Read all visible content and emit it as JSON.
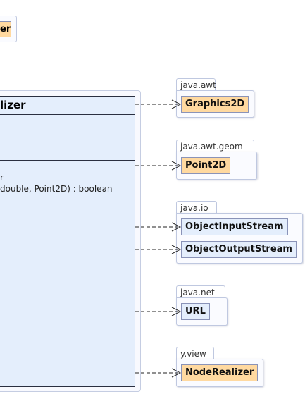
{
  "top_fragment": {
    "label": "er"
  },
  "main_class": {
    "title": "lizer",
    "members": [
      "r",
      " double, Point2D) : boolean"
    ]
  },
  "packages": [
    {
      "name": "java.awt",
      "classes": [
        {
          "label": "Graphics2D",
          "color": "#ffd9a0"
        }
      ]
    },
    {
      "name": "java.awt.geom",
      "classes": [
        {
          "label": "Point2D",
          "color": "#ffd9a0"
        }
      ]
    },
    {
      "name": "java.io",
      "classes": [
        {
          "label": "ObjectInputStream",
          "color": "#e4eefc"
        },
        {
          "label": "ObjectOutputStream",
          "color": "#e4eefc"
        }
      ]
    },
    {
      "name": "java.net",
      "classes": [
        {
          "label": "URL",
          "color": "#e4eefc"
        }
      ]
    },
    {
      "name": "y.view",
      "classes": [
        {
          "label": "NodeRealizer",
          "color": "#ffd9a0"
        }
      ]
    }
  ],
  "dependency_style": "dashed-open-arrow"
}
